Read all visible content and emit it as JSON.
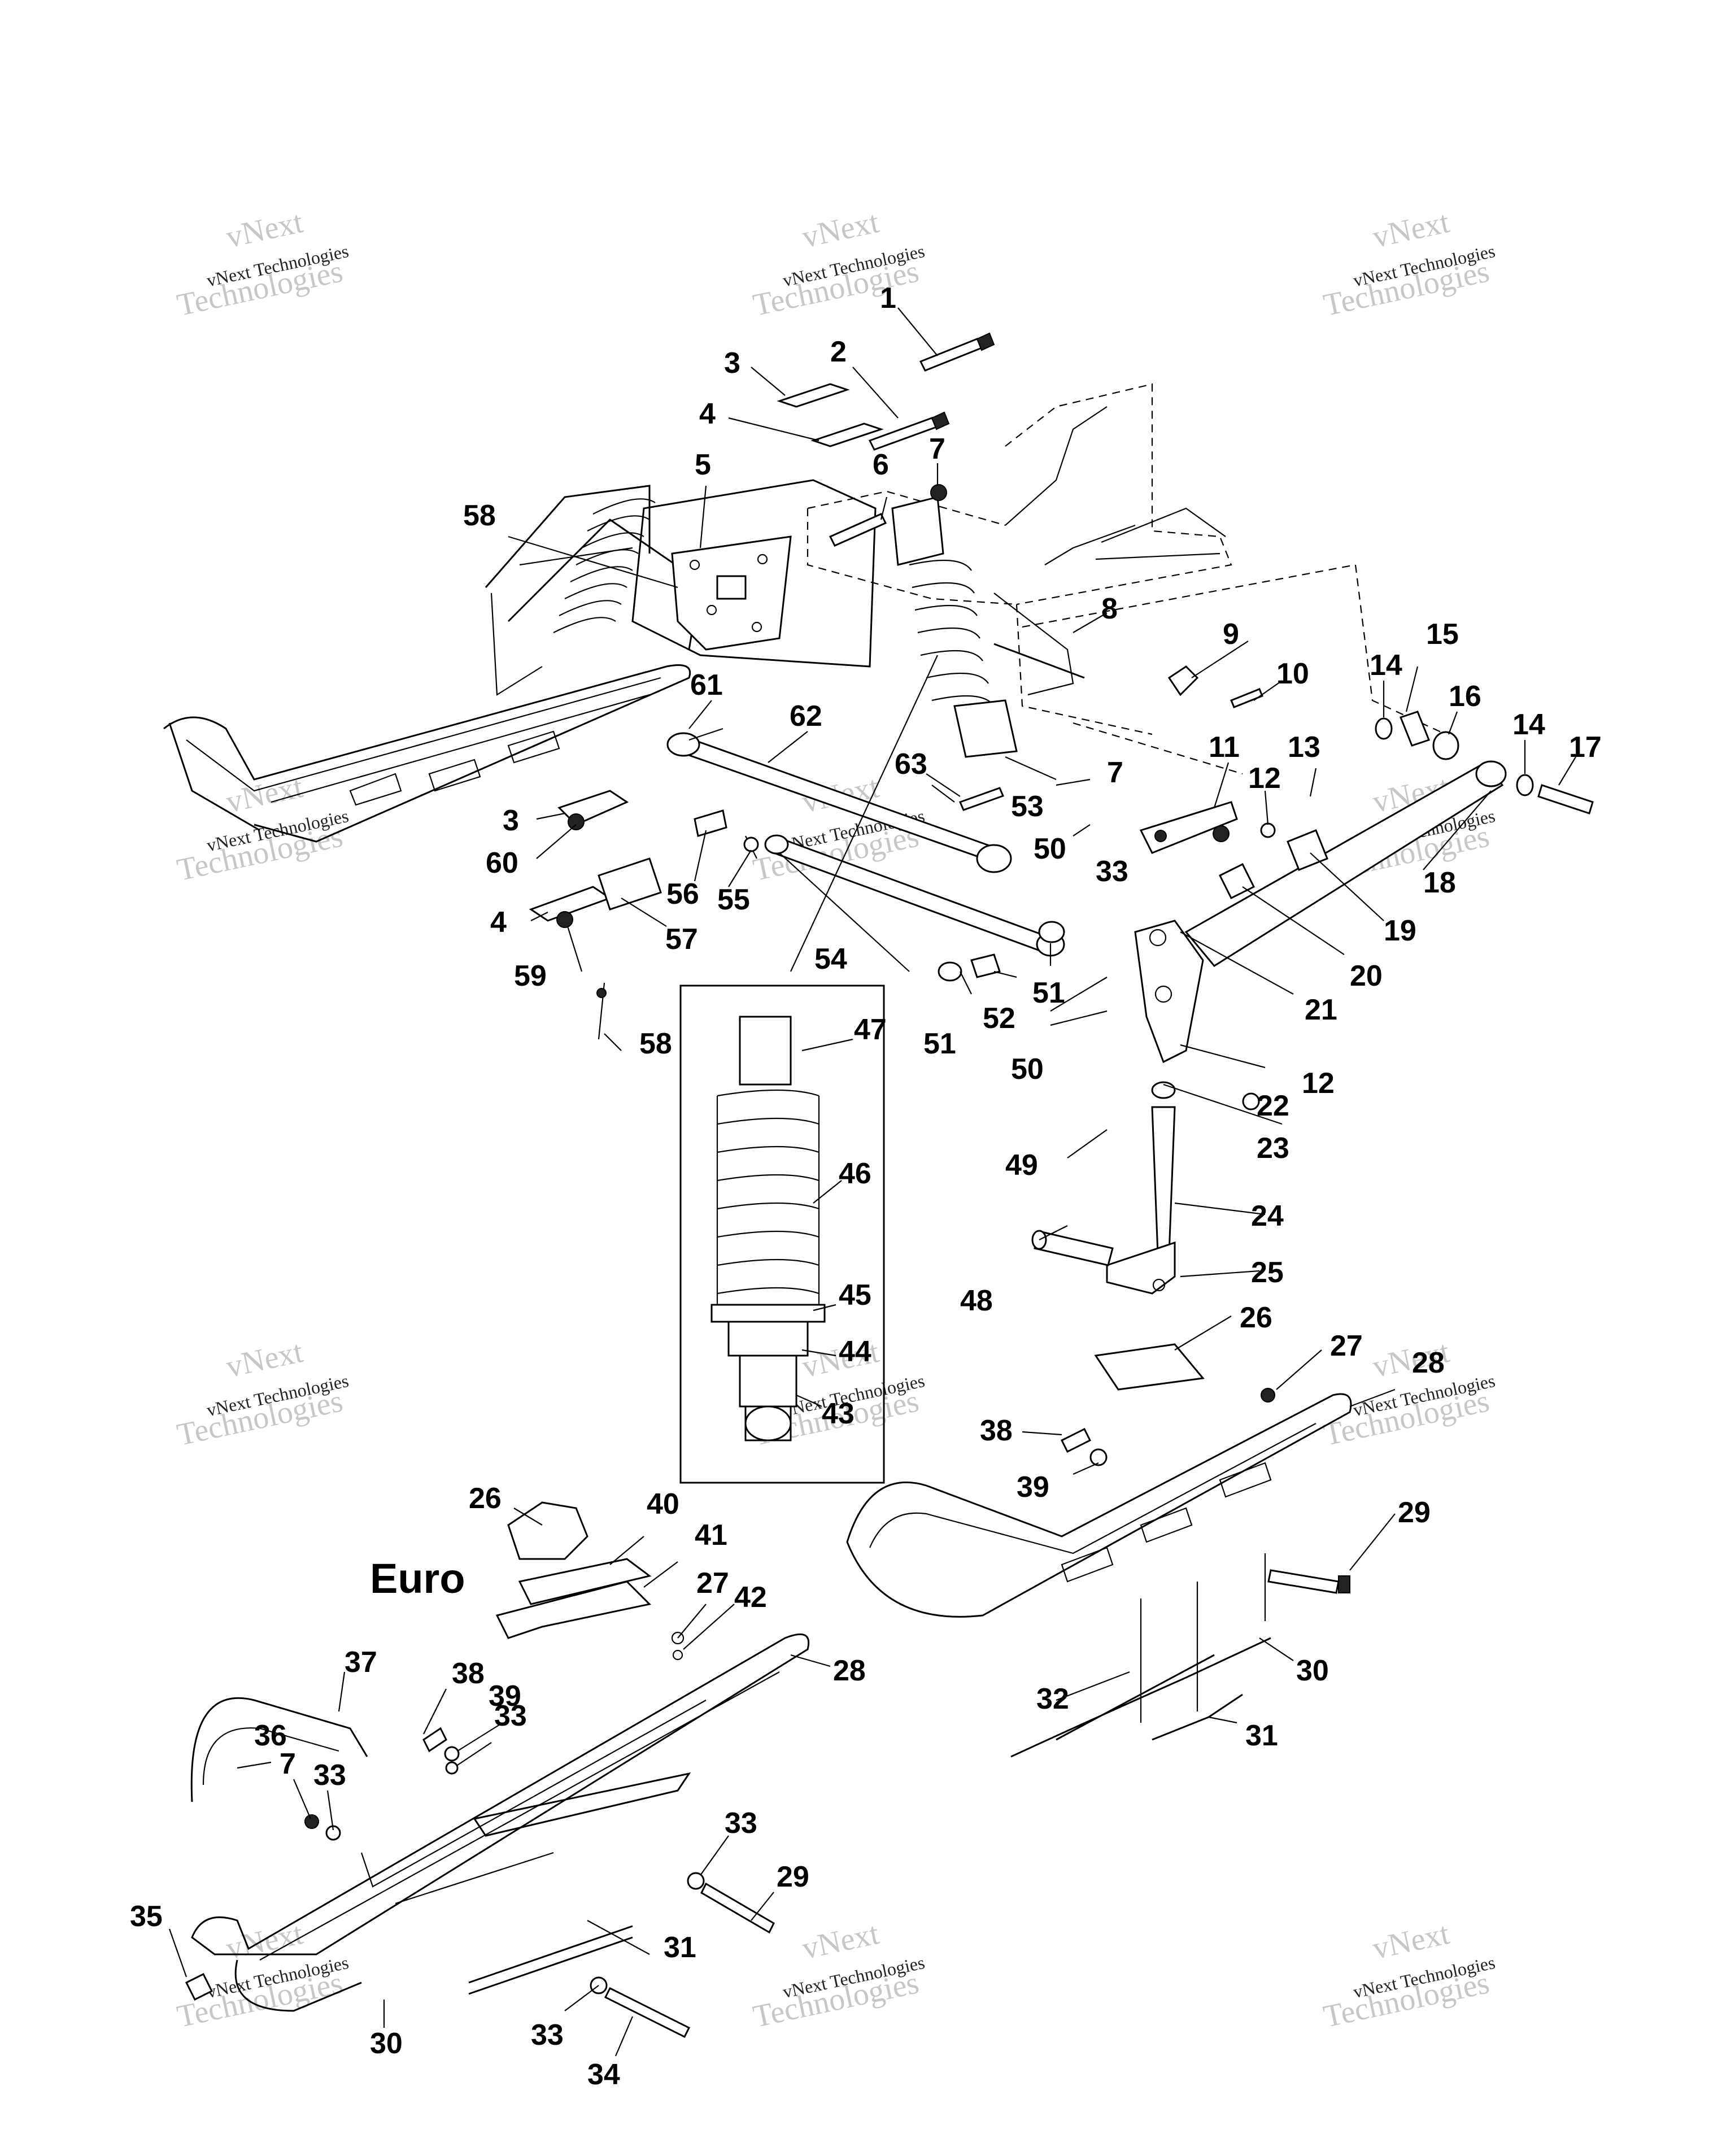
{
  "watermark": {
    "brand": "vNext",
    "company": "vNext Technologies",
    "brand_suffix": "Technologies"
  },
  "variant_label": "Euro",
  "parts": {
    "p1": "1",
    "p2": "2",
    "p3": "3",
    "p4": "4",
    "p5": "5",
    "p6": "6",
    "p7": "7",
    "p8": "8",
    "p9": "9",
    "p10": "10",
    "p11": "11",
    "p12": "12",
    "p13": "13",
    "p14": "14",
    "p15": "15",
    "p16": "16",
    "p17": "17",
    "p18": "18",
    "p19": "19",
    "p20": "20",
    "p21": "21",
    "p22": "22",
    "p23": "23",
    "p24": "24",
    "p25": "25",
    "p26": "26",
    "p27": "27",
    "p28": "28",
    "p29": "29",
    "p30": "30",
    "p31": "31",
    "p32": "32",
    "p33": "33",
    "p34": "34",
    "p35": "35",
    "p36": "36",
    "p37": "37",
    "p38": "38",
    "p39": "39",
    "p40": "40",
    "p41": "41",
    "p42": "42",
    "p43": "43",
    "p44": "44",
    "p45": "45",
    "p46": "46",
    "p47": "47",
    "p48": "48",
    "p49": "49",
    "p50": "50",
    "p51": "51",
    "p52": "52",
    "p53": "53",
    "p54": "54",
    "p55": "55",
    "p56": "56",
    "p57": "57",
    "p58": "58",
    "p59": "59",
    "p60": "60",
    "p61": "61",
    "p62": "62",
    "p63": "63"
  }
}
